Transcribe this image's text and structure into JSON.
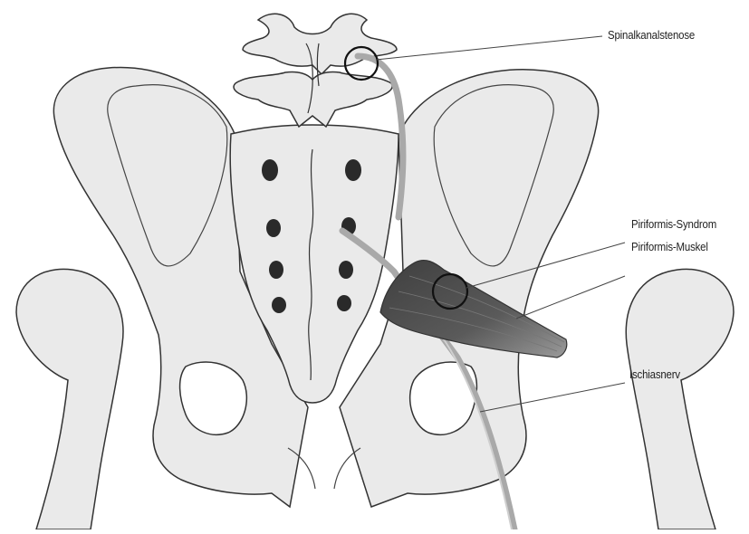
{
  "labels": {
    "spinal": "Spinalkanalstenose",
    "piriformis_syndrome": "Piriformis-Syndrom",
    "piriformis_muscle": "Piriformis-Muskel",
    "sciatic_nerve": "Ischiasnerv"
  },
  "colors": {
    "bone_fill": "#eaeaea",
    "bone_stroke": "#333333",
    "foramen": "#2a2a2a",
    "nerve": "#a9a9a9",
    "muscle": "#555555",
    "leader": "#444444"
  }
}
